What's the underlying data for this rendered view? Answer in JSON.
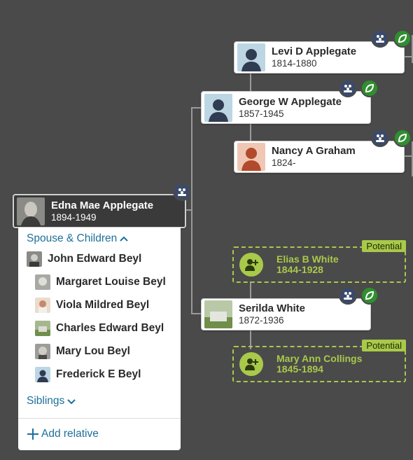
{
  "focus_person": {
    "name": "Edna Mae Applegate",
    "dates": "1894-1949"
  },
  "tree": {
    "levi": {
      "name": "Levi D Applegate",
      "dates": "1814-1880"
    },
    "george": {
      "name": "George W Applegate",
      "dates": "1857-1945"
    },
    "nancy": {
      "name": "Nancy A Graham",
      "dates": "1824-"
    },
    "serilda": {
      "name": "Serilda White",
      "dates": "1872-1936"
    },
    "elias": {
      "name": "Elias B White",
      "dates": "1844-1928",
      "tag": "Potential"
    },
    "maryann": {
      "name": "Mary Ann Collings",
      "dates": "1845-1894",
      "tag": "Potential"
    }
  },
  "panel": {
    "spouse_children_label": "Spouse & Children",
    "spouse": "John Edward Beyl",
    "children": [
      "Margaret Louise Beyl",
      "Viola Mildred Beyl",
      "Charles Edward Beyl",
      "Mary Lou Beyl",
      "Frederick E Beyl"
    ],
    "siblings_label": "Siblings",
    "add_relative_label": "Add relative"
  },
  "colors": {
    "background": "#4a4a4a",
    "link_blue": "#1e6f9a",
    "potential_green": "#a9c94a",
    "family_badge": "#3b4a6a",
    "hint_badge": "#2f8f2f"
  },
  "icons": {
    "family": "family-group-icon",
    "hint": "leaf-hint-icon",
    "add_person": "add-person-icon",
    "chevron_up": "chevron-up-icon",
    "chevron_down": "chevron-down-icon",
    "plus": "plus-icon"
  }
}
